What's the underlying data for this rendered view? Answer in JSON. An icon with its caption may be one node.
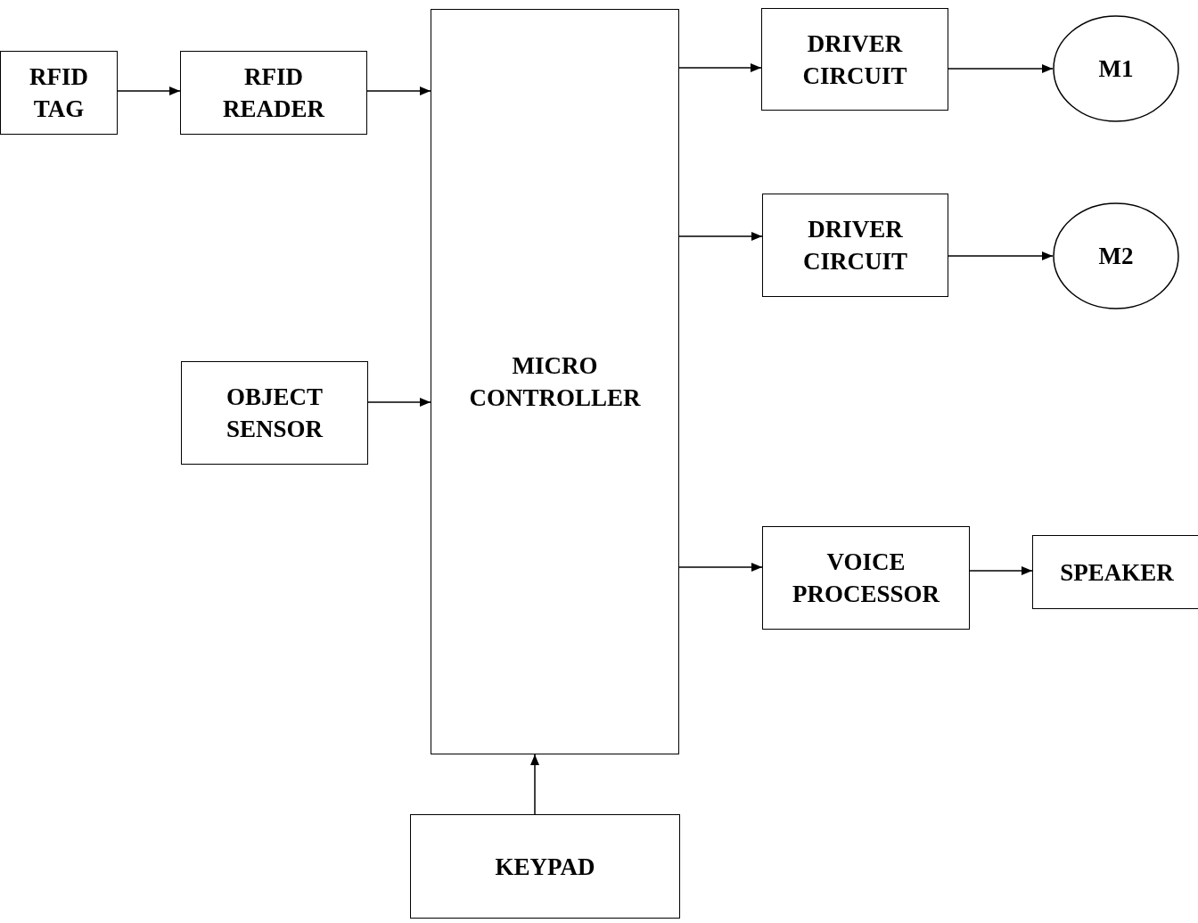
{
  "diagram": {
    "nodes": [
      {
        "text": [
          "RFID TAG"
        ]
      },
      {
        "text": [
          "RFID READER"
        ]
      },
      {
        "text": [
          "MICRO CONTROLLER"
        ]
      },
      {
        "text": [
          "OBJECT SENSOR"
        ]
      },
      {
        "text": [
          "KEYPAD"
        ]
      },
      {
        "text": [
          "DRIVER CIRCUIT"
        ]
      },
      {
        "text": [
          "M1"
        ]
      },
      {
        "text": [
          "DRIVER CIRCUIT"
        ]
      },
      {
        "text": [
          "M2"
        ]
      },
      {
        "text": [
          "VOICE PROCESSOR"
        ]
      },
      {
        "text": [
          "SPEAKER"
        ]
      }
    ],
    "edges": [
      {
        "from": 0,
        "to": 1,
        "arrow": "to"
      },
      {
        "from": 1,
        "to": 2,
        "arrow": "to"
      },
      {
        "from": 3,
        "to": 2,
        "arrow": "to"
      },
      {
        "from": 4,
        "to": 2,
        "arrow": "to"
      },
      {
        "from": 2,
        "to": 5,
        "arrow": "to"
      },
      {
        "from": 5,
        "to": 6,
        "arrow": "to"
      },
      {
        "from": 2,
        "to": 7,
        "arrow": "to"
      },
      {
        "from": 7,
        "to": 8,
        "arrow": "to"
      },
      {
        "from": 2,
        "to": 9,
        "arrow": "to"
      },
      {
        "from": 9,
        "to": 10,
        "arrow": "to"
      }
    ]
  }
}
